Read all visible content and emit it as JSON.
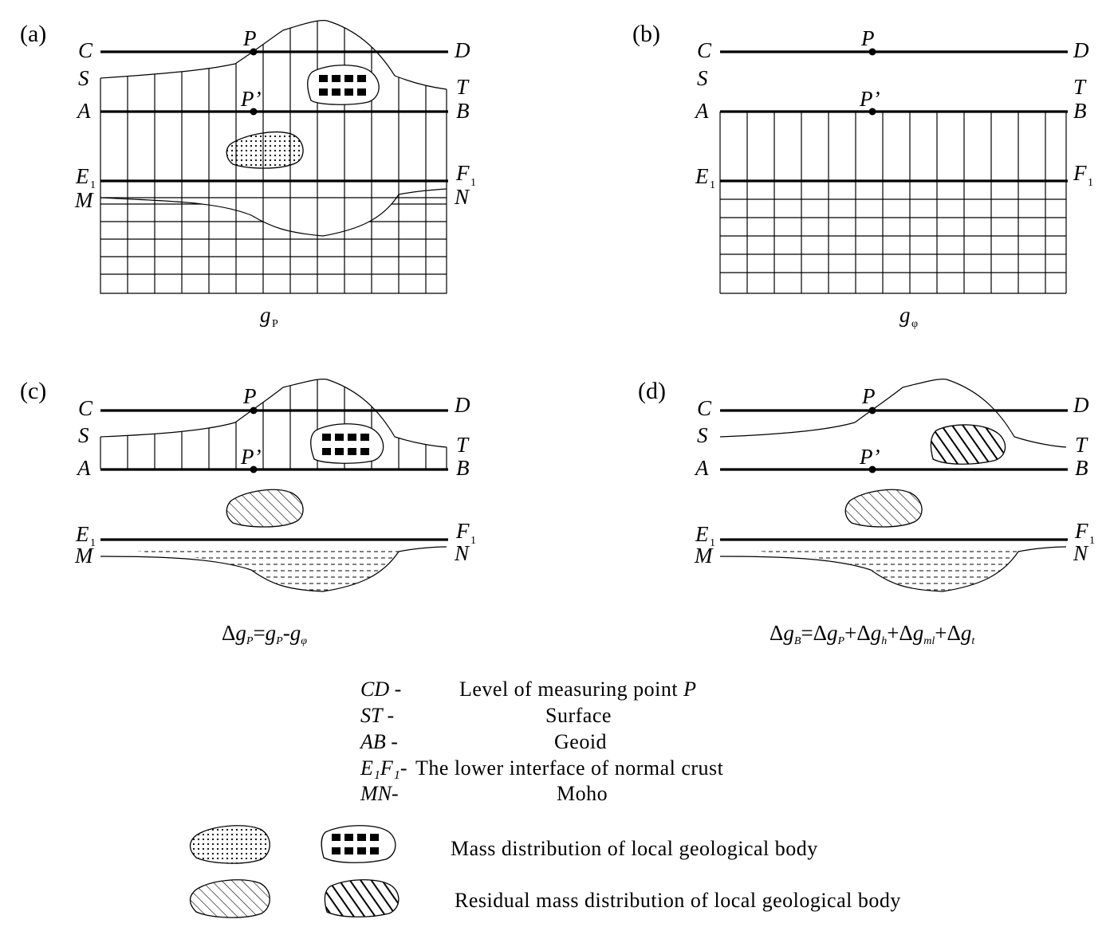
{
  "panels": {
    "a": {
      "tag": "(a)",
      "caption": "g",
      "caption_sub": "P"
    },
    "b": {
      "tag": "(b)",
      "caption": "g",
      "caption_sub": "φ"
    },
    "c": {
      "tag": "(c)",
      "formula": "Δg_P=g_P-g_φ"
    },
    "d": {
      "tag": "(d)",
      "formula": "Δg_B=Δg_P+Δg_h+Δg_ml+Δg_t"
    }
  },
  "line_labels": {
    "C": "C",
    "D": "D",
    "S": "S",
    "T": "T",
    "A": "A",
    "B": "B",
    "E": "E",
    "F": "F",
    "M": "M",
    "N": "N",
    "P": "P",
    "Pprime": "P’",
    "one": "1"
  },
  "legend": {
    "items": [
      {
        "code": "CD -",
        "text": "Level of measuring point ",
        "text_italic": "P"
      },
      {
        "code": "ST  -",
        "text": "Surface"
      },
      {
        "code": "AB -",
        "text": "Geoid"
      },
      {
        "code": "E₁F₁-",
        "text": "The lower interface of normal crust"
      },
      {
        "code": "MN-",
        "text": "Moho"
      }
    ],
    "swatches": [
      {
        "text": "Mass distribution of local geological body"
      },
      {
        "text": "Residual mass distribution of local geological body"
      }
    ]
  }
}
